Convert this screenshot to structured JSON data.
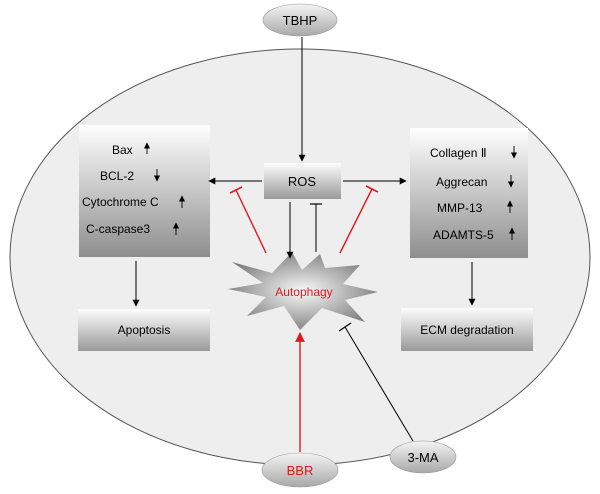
{
  "nodes": {
    "tbhp": "TBHP",
    "ros": "ROS",
    "autophagy": "Autophagy",
    "apoptosis": "Apoptosis",
    "ecm": "ECM degradation",
    "bbr": "BBR",
    "three_ma": "3-MA"
  },
  "apoptosis_markers": [
    {
      "label": "Bax",
      "dir": "up"
    },
    {
      "label": "BCL-2",
      "dir": "down"
    },
    {
      "label": "Cytochrome C",
      "dir": "up"
    },
    {
      "label": "C-caspase3",
      "dir": "up"
    }
  ],
  "ecm_markers": [
    {
      "label": "Collagen Ⅱ",
      "dir": "down"
    },
    {
      "label": "Aggrecan",
      "dir": "down"
    },
    {
      "label": "MMP-13",
      "dir": "up"
    },
    {
      "label": "ADAMTS-5",
      "dir": "up"
    }
  ],
  "colors": {
    "inhibit_red": "#e0191f",
    "autophagy_text": "#e0191f",
    "bbr_text": "#e0191f",
    "line": "#000000"
  }
}
